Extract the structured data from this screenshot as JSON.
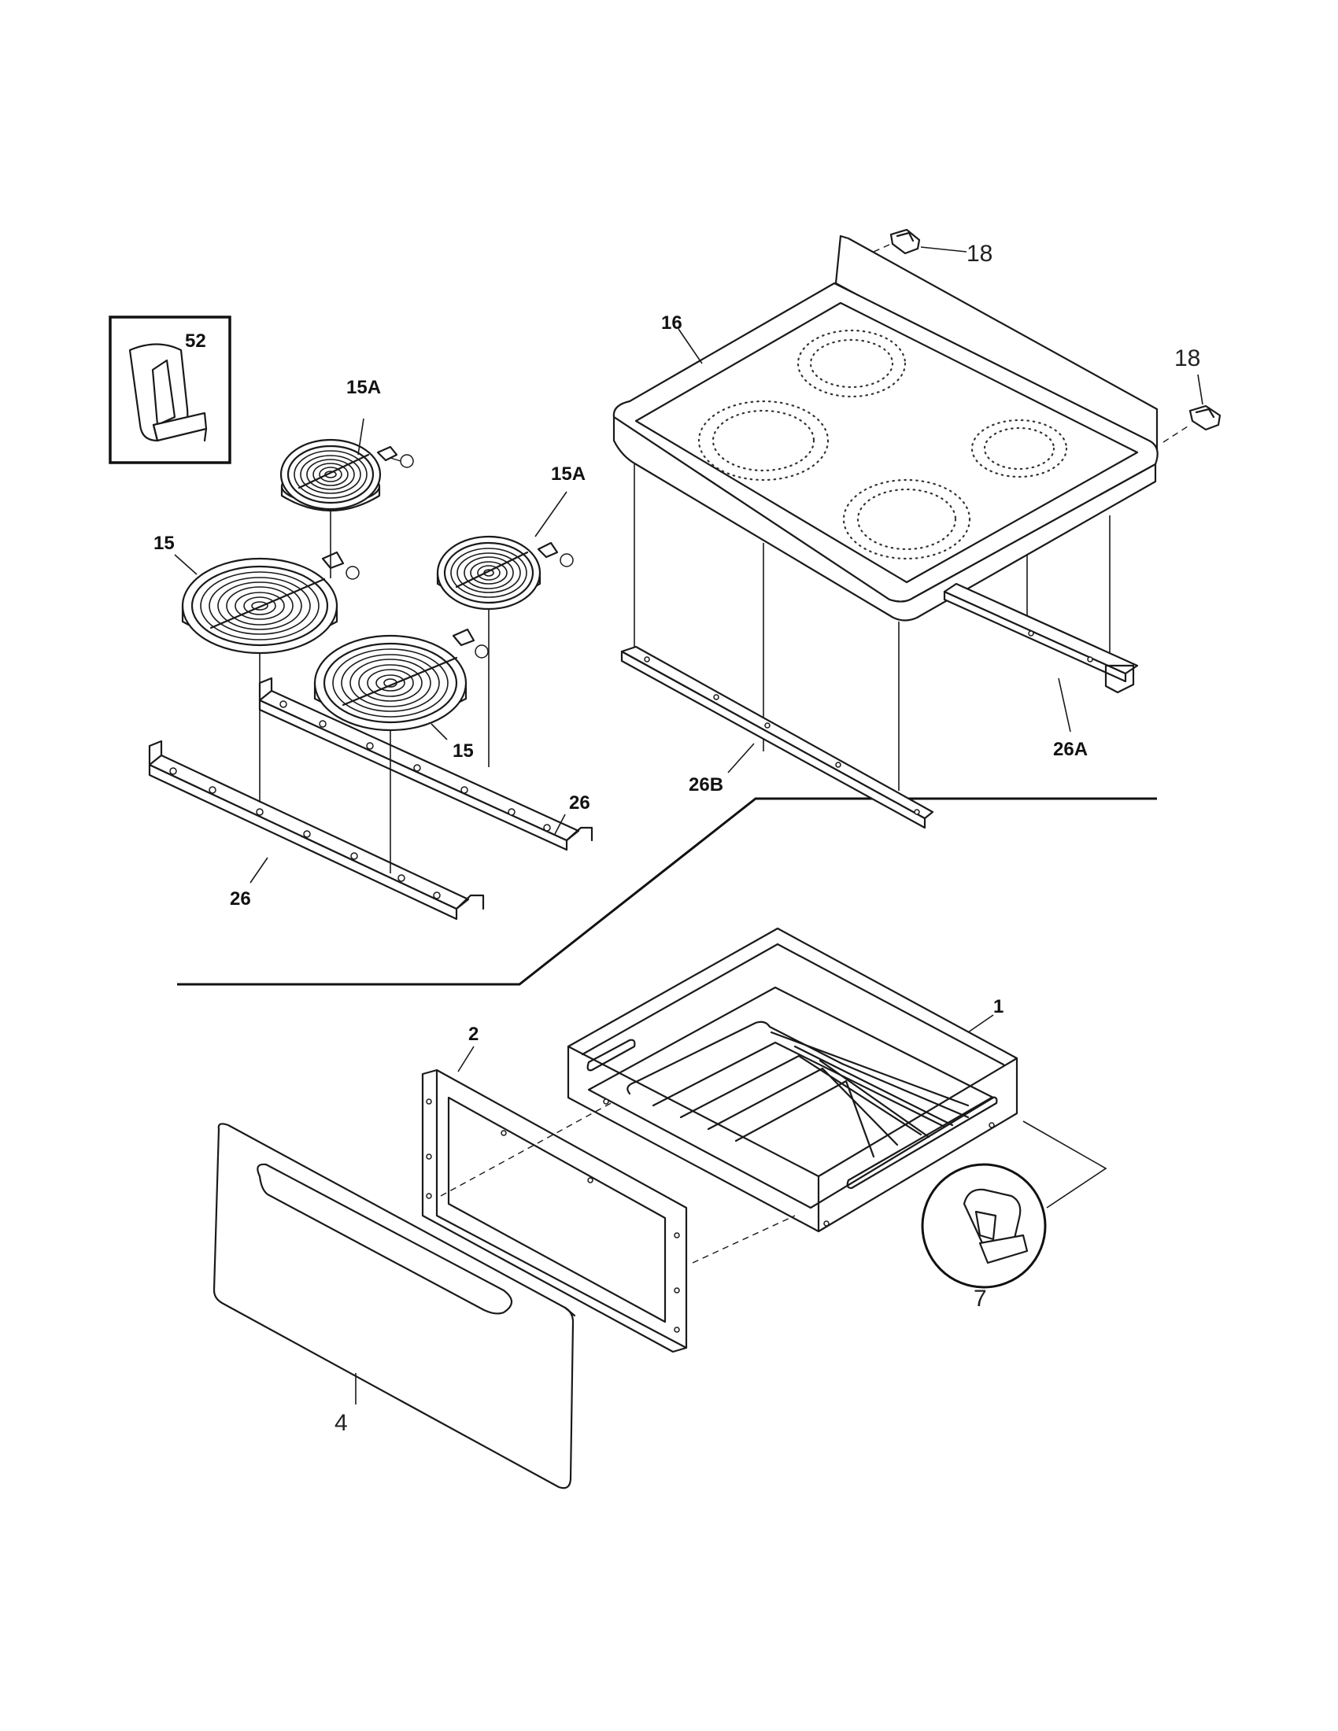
{
  "callouts": {
    "c1": "1",
    "c2": "2",
    "c4": "4",
    "c7": "7",
    "c15_left": "15",
    "c15_center": "15",
    "c15A_top": "15A",
    "c15A_right": "15A",
    "c16": "16",
    "c18_top": "18",
    "c18_right": "18",
    "c26_right": "26",
    "c26_left": "26",
    "c26A": "26A",
    "c26B": "26B",
    "c52": "52"
  }
}
